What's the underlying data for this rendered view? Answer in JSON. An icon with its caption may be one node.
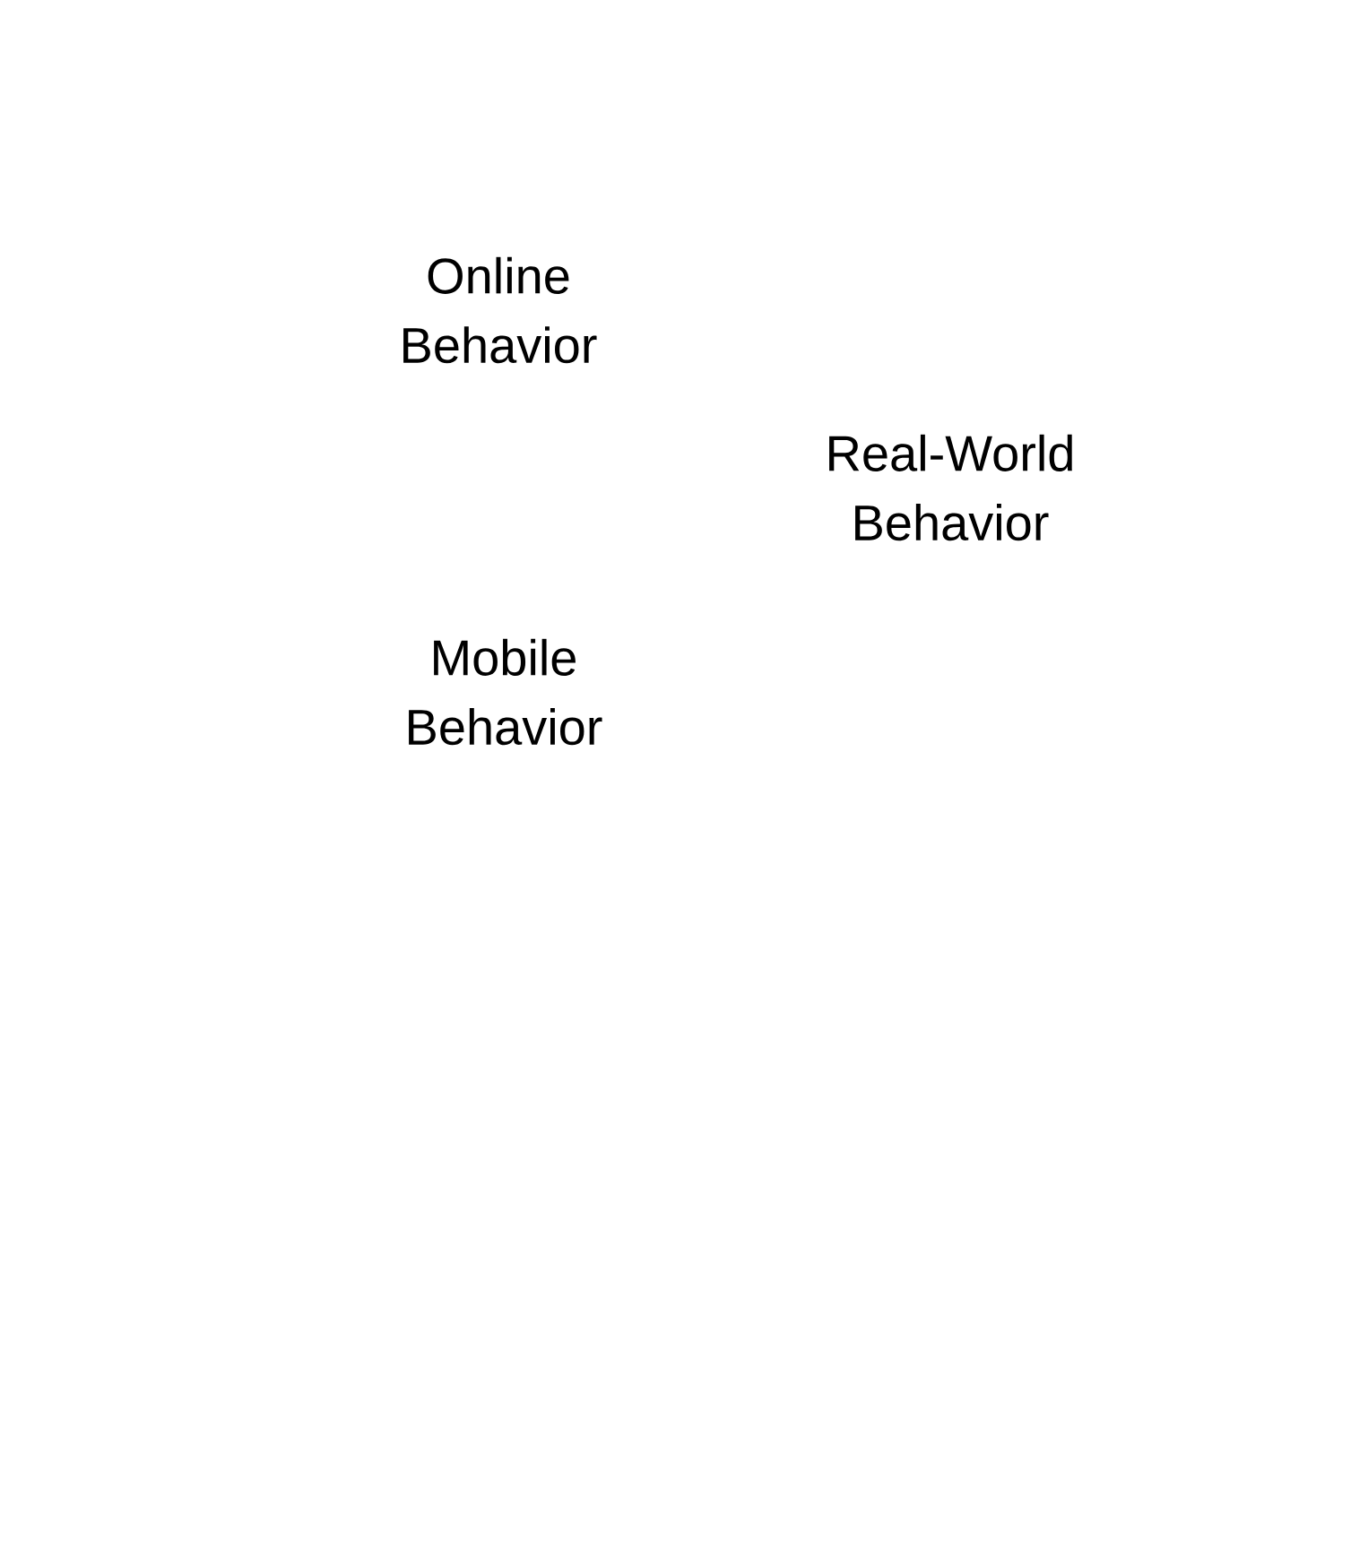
{
  "diagram": {
    "labels": [
      "Online Behavior",
      "Real-World Behavior",
      "Mobile Behavior"
    ]
  }
}
